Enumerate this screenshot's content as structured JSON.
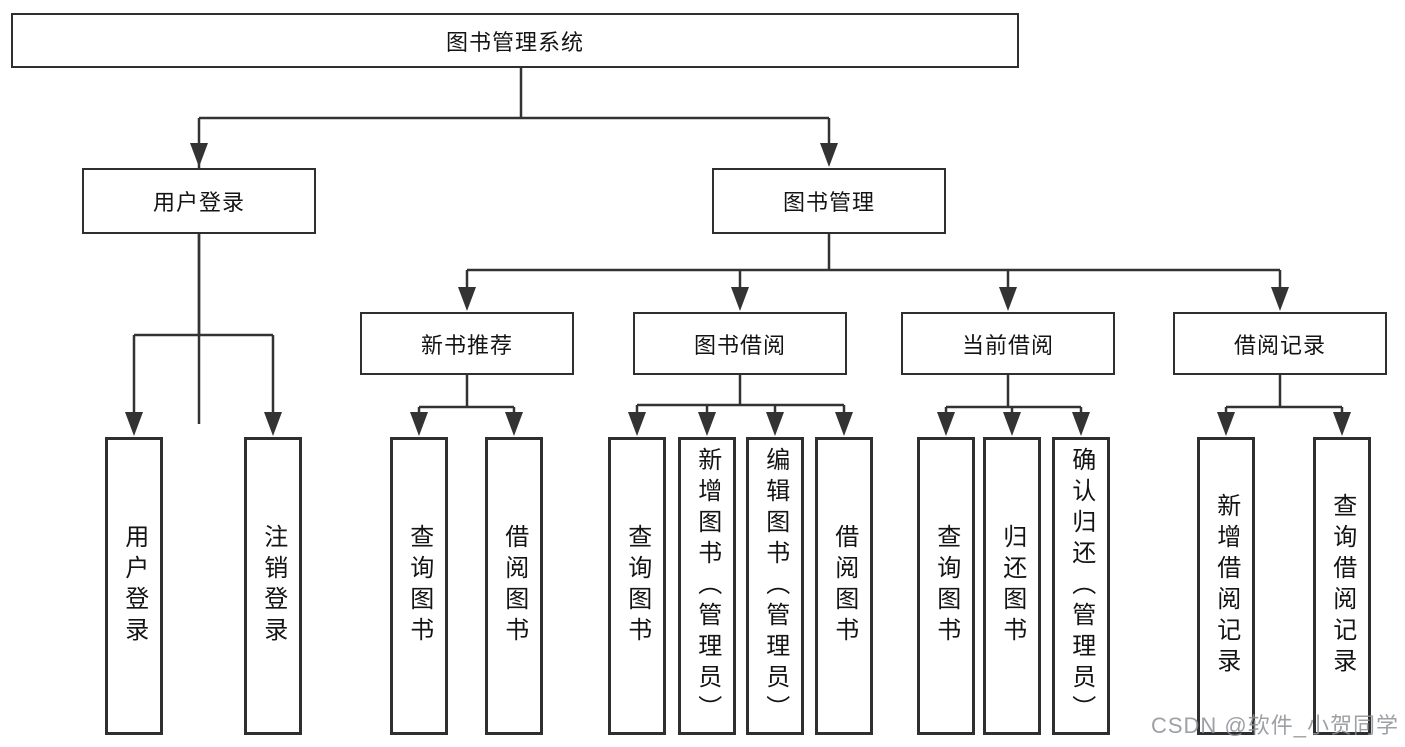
{
  "tree": {
    "root": "图书管理系统",
    "children": [
      {
        "label": "用户登录",
        "children": [
          "用户登录",
          "注销登录"
        ]
      },
      {
        "label": "图书管理",
        "children": [
          {
            "label": "新书推荐",
            "children": [
              "查询图书",
              "借阅图书"
            ]
          },
          {
            "label": "图书借阅",
            "children": [
              "查询图书",
              "新增图书（管理员）",
              "编辑图书（管理员）",
              "借阅图书"
            ]
          },
          {
            "label": "当前借阅",
            "children": [
              "查询图书",
              "归还图书",
              "确认归还（管理员）"
            ]
          },
          {
            "label": "借阅记录",
            "children": [
              "新增借阅记录",
              "查询借阅记录"
            ]
          }
        ]
      }
    ]
  },
  "watermark": {
    "text": "CSDN @软件_小贺同学"
  },
  "colors": {
    "line": "#333333",
    "box_border": "#2f2f2f",
    "text": "#141414",
    "watermark": "#8c8f94",
    "background": "#ffffff"
  }
}
